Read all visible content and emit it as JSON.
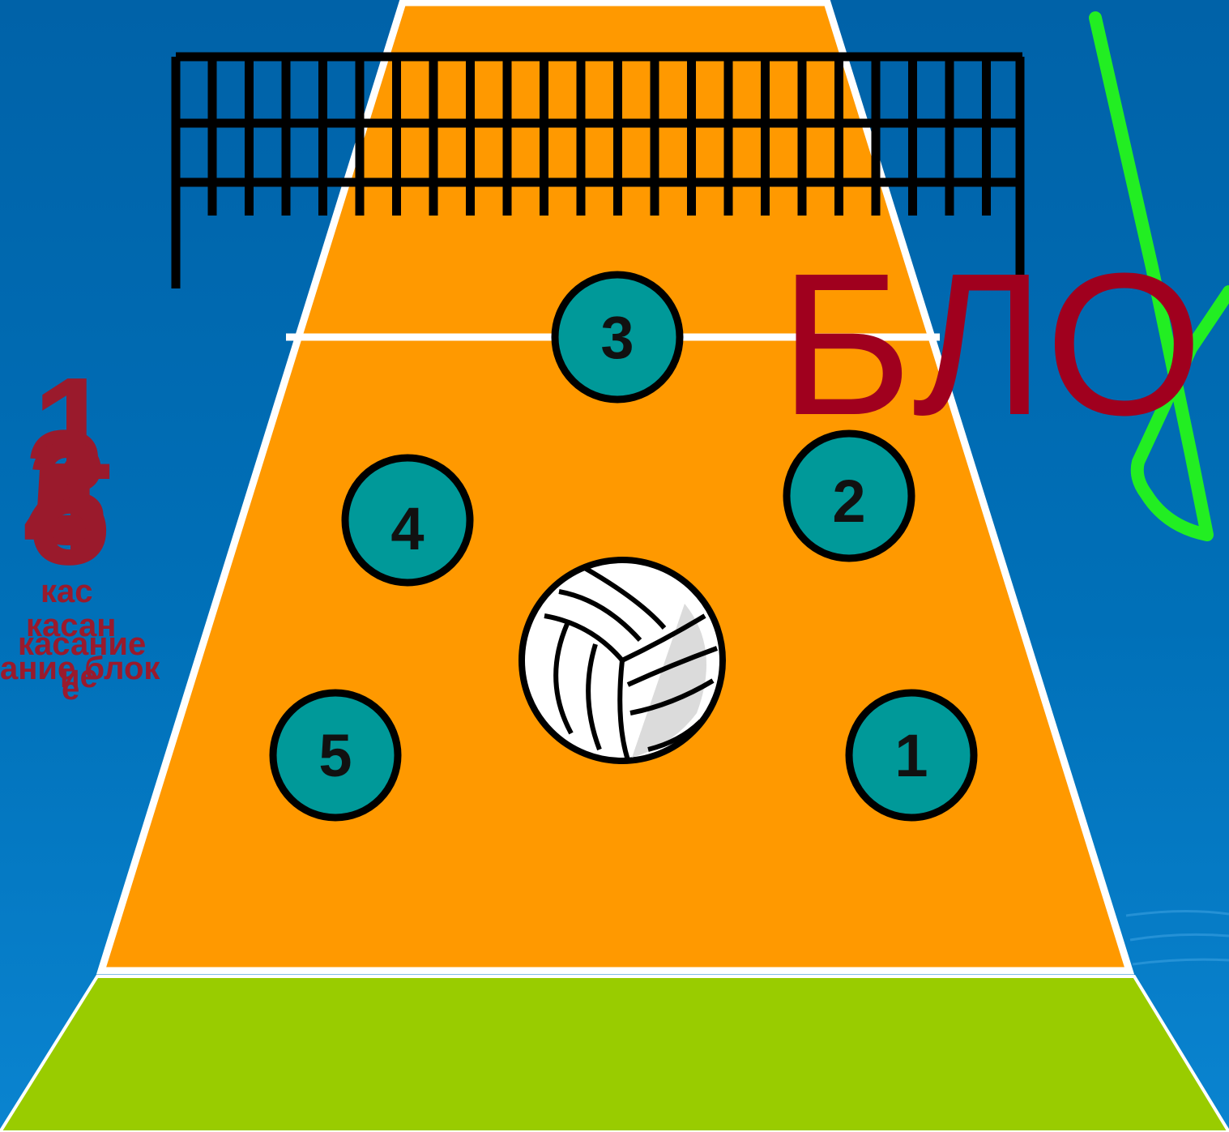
{
  "title": "БЛО",
  "counters": [
    "1",
    "2",
    "3",
    "4",
    "5"
  ],
  "touch_labels": [
    "кас",
    "касан",
    "касание",
    "ание блок",
    "ие",
    "е"
  ],
  "zones": [
    "1",
    "2",
    "3",
    "4",
    "5"
  ],
  "colors": {
    "background": "#0068b0",
    "court": "#ff9900",
    "court_lines": "#ffffff",
    "floor_front": "#99cc00",
    "player_circle": "#009999",
    "title_text": "#a0001e",
    "counter_text": "#9a1a2c",
    "path_line": "#22ee22"
  },
  "icons": [
    "volleyball-net-icon",
    "volleyball-icon",
    "movement-path-icon"
  ]
}
